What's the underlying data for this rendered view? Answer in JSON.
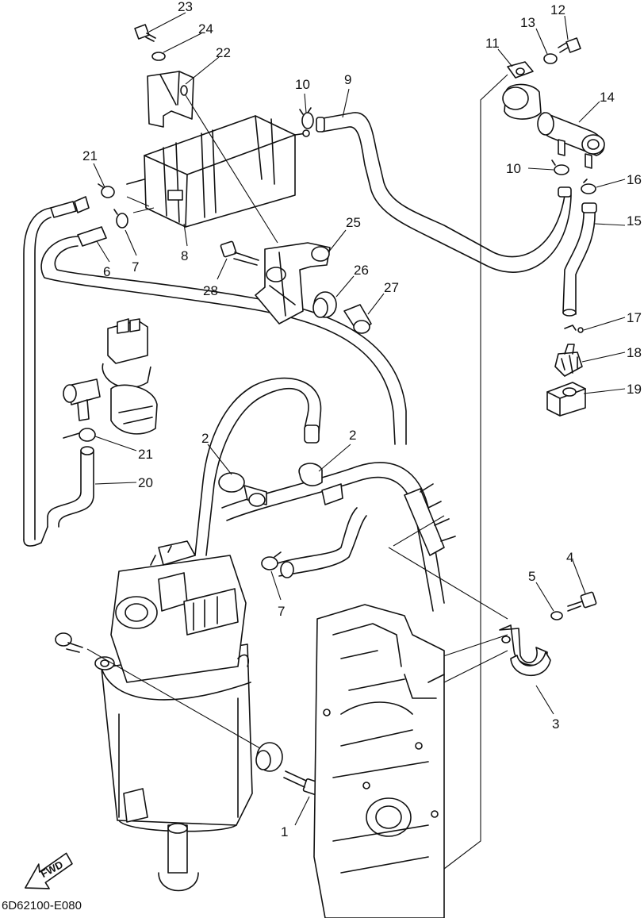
{
  "diagram": {
    "drawing_code": "6D62100-E080",
    "fwd_label": "FWD",
    "callouts": [
      "23",
      "24",
      "22",
      "10",
      "9",
      "13",
      "12",
      "11",
      "14",
      "21",
      "10",
      "16",
      "15",
      "7",
      "6",
      "8",
      "25",
      "28",
      "26",
      "27",
      "17",
      "18",
      "19",
      "2",
      "2",
      "21",
      "20",
      "7",
      "5",
      "4",
      "3",
      "1"
    ]
  }
}
